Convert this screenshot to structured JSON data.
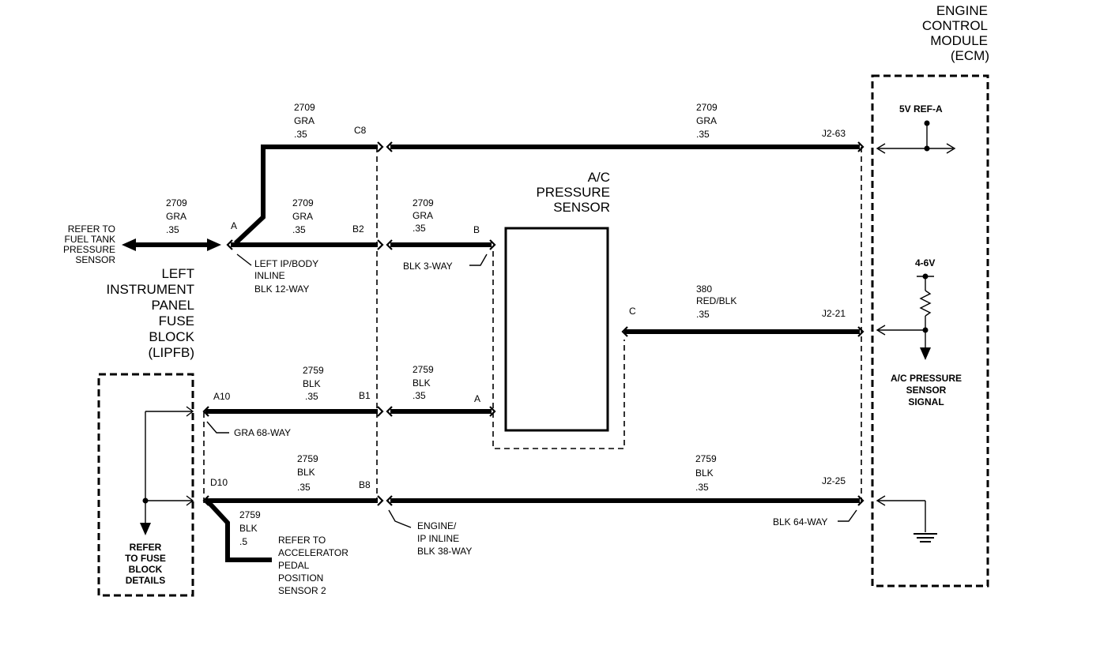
{
  "ecm": {
    "title_lines": [
      "ENGINE",
      "CONTROL",
      "MODULE",
      "(ECM)"
    ],
    "ref5v_label": "5V REF-A",
    "v46_label": "4-6V",
    "signal_label_lines": [
      "A/C PRESSURE",
      "SENSOR",
      "SIGNAL"
    ]
  },
  "sensor": {
    "title_lines": [
      "A/C",
      "PRESSURE",
      "SENSOR"
    ],
    "pin_b": "B",
    "pin_c": "C",
    "pin_a": "A"
  },
  "lipfb": {
    "title_lines": [
      "LEFT",
      "INSTRUMENT",
      "PANEL",
      "FUSE",
      "BLOCK",
      "(LIPFB)"
    ],
    "refer_lines": [
      "REFER",
      "TO FUSE",
      "BLOCK",
      "DETAILS"
    ]
  },
  "left_refer": {
    "lines": [
      "REFER TO",
      "FUEL TANK",
      "PRESSURE",
      "SENSOR"
    ]
  },
  "accel_refer": {
    "lines": [
      "REFER TO",
      "ACCELERATOR",
      "PEDAL",
      "POSITION",
      "SENSOR 2"
    ]
  },
  "connectors": {
    "left_ip_body": {
      "lines": [
        "LEFT IP/BODY",
        "INLINE",
        "BLK 12-WAY"
      ]
    },
    "blk3way": "BLK 3-WAY",
    "gra68way": "GRA 68-WAY",
    "engine_ip": {
      "lines": [
        "ENGINE/",
        "IP INLINE",
        "BLK 38-WAY"
      ]
    },
    "blk64way": "BLK 64-WAY"
  },
  "pins": {
    "a": "A",
    "c8": "C8",
    "b2": "B2",
    "b1": "B1",
    "b8": "B8",
    "a10": "A10",
    "d10": "D10",
    "j2_63": "J2-63",
    "j2_21": "J2-21",
    "j2_25": "J2-25"
  },
  "wires": {
    "w_top_left": [
      "2709",
      "GRA",
      ".35"
    ],
    "w_top_right": [
      "2709",
      "GRA",
      ".35"
    ],
    "w_fuel": [
      "2709",
      "GRA",
      ".35"
    ],
    "w_mid": [
      "2709",
      "GRA",
      ".35"
    ],
    "w_sensor_b": [
      "2709",
      "GRA",
      ".35"
    ],
    "w_signal": [
      "380",
      "RED/BLK",
      ".35"
    ],
    "w_a10": [
      "2759",
      "BLK",
      ".35"
    ],
    "w_sensor_a": [
      "2759",
      "BLK",
      ".35"
    ],
    "w_d10": [
      "2759",
      "BLK",
      ".35"
    ],
    "w_ground": [
      "2759",
      "BLK",
      ".35"
    ],
    "w_accel": [
      "2759",
      "BLK",
      ".5"
    ]
  }
}
